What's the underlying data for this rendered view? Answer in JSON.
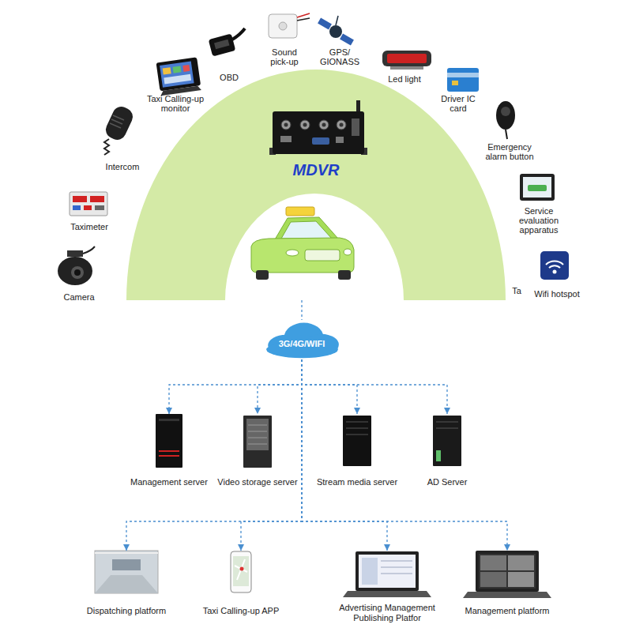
{
  "diagram": {
    "nodes": [
      {
        "text": [
          "MDVR"
        ]
      },
      {
        "text": [
          "3G/4G/WIFI"
        ]
      },
      {
        "text": [
          "Management server"
        ]
      },
      {
        "text": [
          "Video storage server"
        ]
      },
      {
        "text": [
          "Stream media server"
        ]
      },
      {
        "text": [
          "AD Server"
        ]
      },
      {
        "text": [
          "Dispatching platform"
        ]
      },
      {
        "text": [
          "Taxi Calling-up APP"
        ]
      },
      {
        "text": [
          "Advertising Management Publishing Platfor"
        ]
      },
      {
        "text": [
          "Management platform"
        ]
      }
    ],
    "edges": [
      {
        "from": 0,
        "to": 1,
        "arrow": "none"
      },
      {
        "from": 1,
        "to": 2,
        "arrow": "to"
      },
      {
        "from": 1,
        "to": 3,
        "arrow": "to"
      },
      {
        "from": 1,
        "to": 4,
        "arrow": "to"
      },
      {
        "from": 1,
        "to": 5,
        "arrow": "to"
      },
      {
        "from": 1,
        "to": 6,
        "arrow": "to"
      },
      {
        "from": 1,
        "to": 7,
        "arrow": "to"
      },
      {
        "from": 1,
        "to": 8,
        "arrow": "to"
      },
      {
        "from": 1,
        "to": 9,
        "arrow": "to"
      }
    ],
    "labels": [
      "Sound pick-up",
      "GPS/ GIONASS",
      "OBD",
      "Taxi Calling-up monitor",
      "Led light",
      "Driver IC card",
      "Intercom",
      "Emergency alarm button",
      "Service evaluation apparatus",
      "Taximeter",
      "Ta",
      "Wifi hotspot",
      "Camera"
    ]
  }
}
